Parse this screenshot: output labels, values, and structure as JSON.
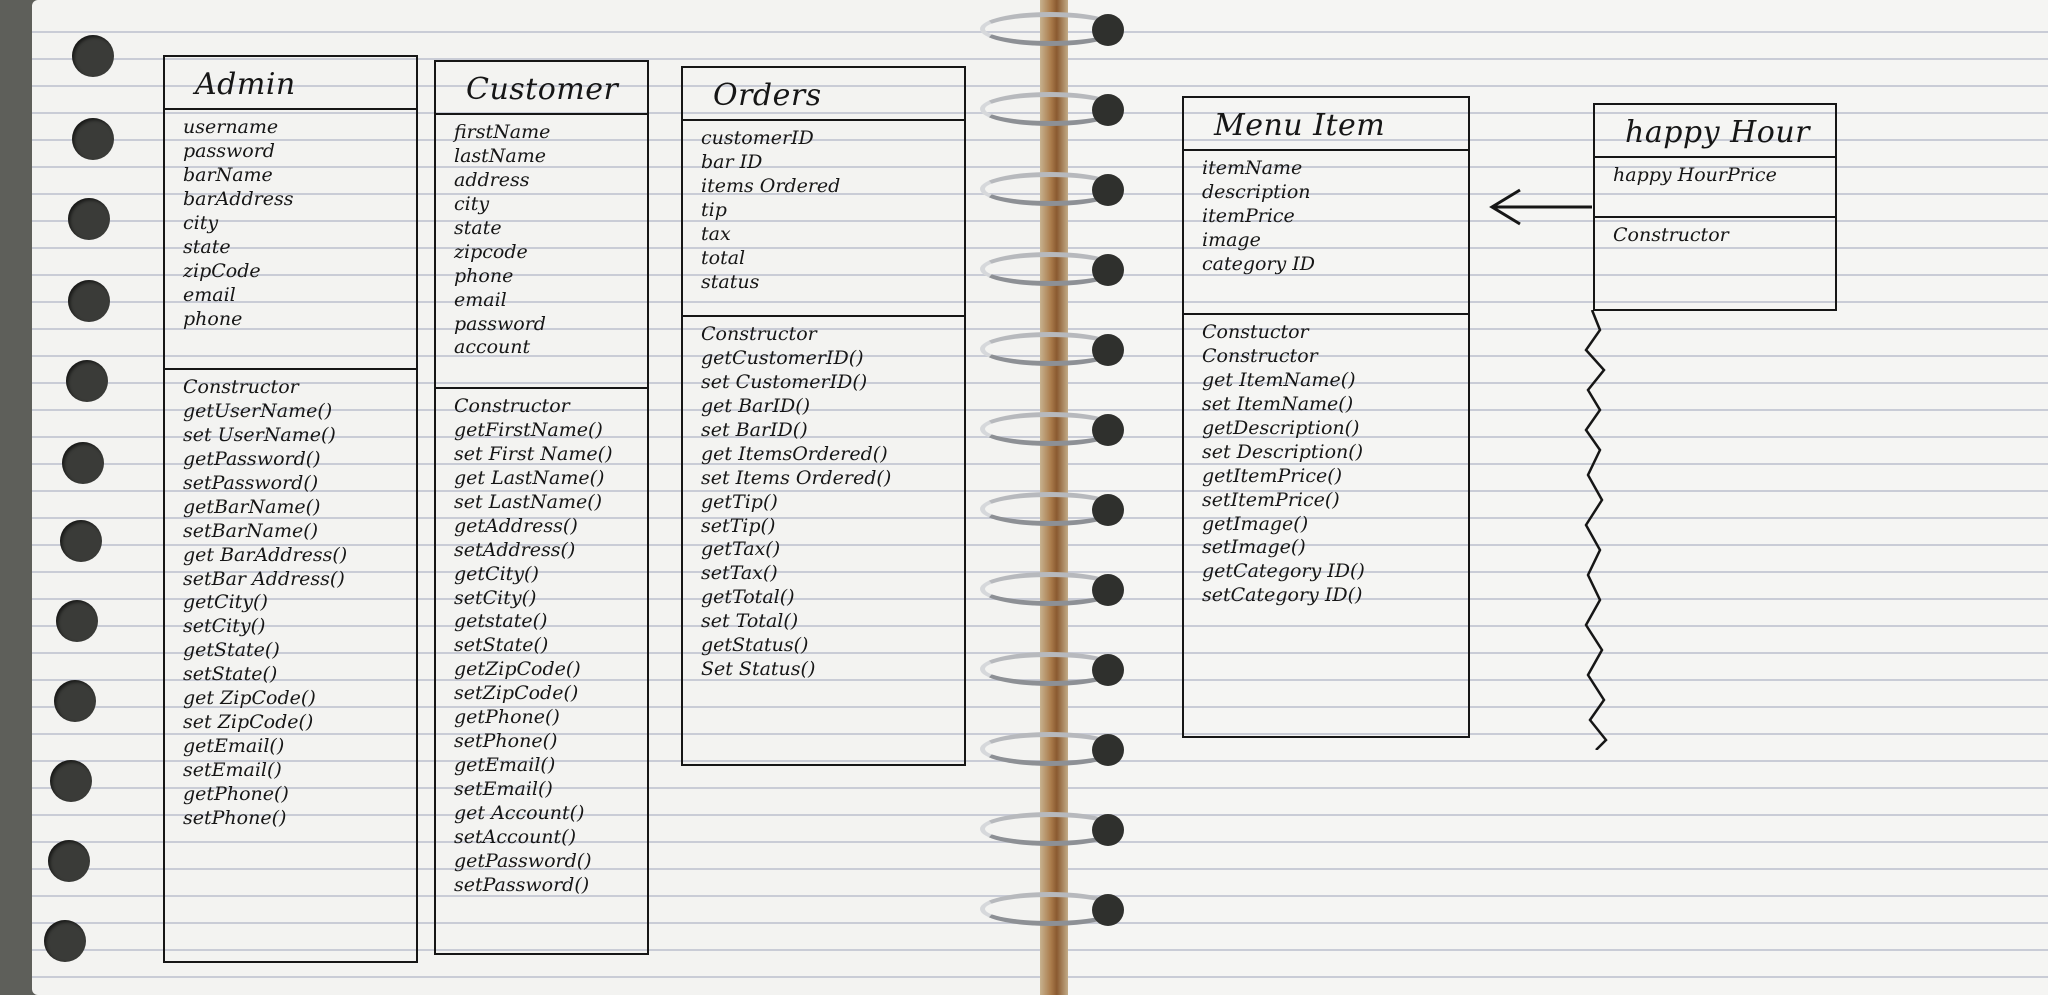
{
  "classes": {
    "admin": {
      "name": "Admin",
      "attributes": [
        "username",
        "password",
        "barName",
        "barAddress",
        "city",
        "state",
        "zipCode",
        "email",
        "phone"
      ],
      "methods": [
        "Constructor",
        "getUserName()",
        "set UserName()",
        "getPassword()",
        "setPassword()",
        "getBarName()",
        "setBarName()",
        "get BarAddress()",
        "setBar Address()",
        "getCity()",
        "setCity()",
        "getState()",
        "setState()",
        "get ZipCode()",
        "set ZipCode()",
        "getEmail()",
        "setEmail()",
        "getPhone()",
        "setPhone()"
      ]
    },
    "customer": {
      "name": "Customer",
      "attributes": [
        "firstName",
        "lastName",
        "address",
        "city",
        "state",
        "zipcode",
        "phone",
        "email",
        "password",
        "account"
      ],
      "methods": [
        "Constructor",
        "getFirstName()",
        "set First Name()",
        "get LastName()",
        "set LastName()",
        "getAddress()",
        "setAddress()",
        "getCity()",
        "setCity()",
        "getstate()",
        "setState()",
        "getZipCode()",
        "setZipCode()",
        "getPhone()",
        "setPhone()",
        "getEmail()",
        "setEmail()",
        "get Account()",
        "setAccount()",
        "getPassword()",
        "setPassword()"
      ]
    },
    "orders": {
      "name": "Orders",
      "attributes": [
        "customerID",
        "bar ID",
        "items Ordered",
        "tip",
        "tax",
        "total",
        "status"
      ],
      "methods": [
        "Constructor",
        "getCustomerID()",
        "set CustomerID()",
        "get BarID()",
        "set BarID()",
        "get ItemsOrdered()",
        "set Items Ordered()",
        "getTip()",
        "setTip()",
        "getTax()",
        "setTax()",
        "getTotal()",
        "set Total()",
        "getStatus()",
        "Set Status()"
      ]
    },
    "menu_item": {
      "name": "Menu Item",
      "attributes": [
        "itemName",
        "description",
        "itemPrice",
        "image",
        "category ID"
      ],
      "methods": [
        "Constuctor",
        "Constructor",
        "get ItemName()",
        "set ItemName()",
        "getDescription()",
        "set Description()",
        "getItemPrice()",
        "setItemPrice()",
        "getImage()",
        "setImage()",
        "getCategory ID()",
        "setCategory ID()"
      ]
    },
    "happy_hour": {
      "name": "happy Hour",
      "attributes": [
        "happy HourPrice"
      ],
      "methods": [
        "Constructor"
      ]
    }
  }
}
